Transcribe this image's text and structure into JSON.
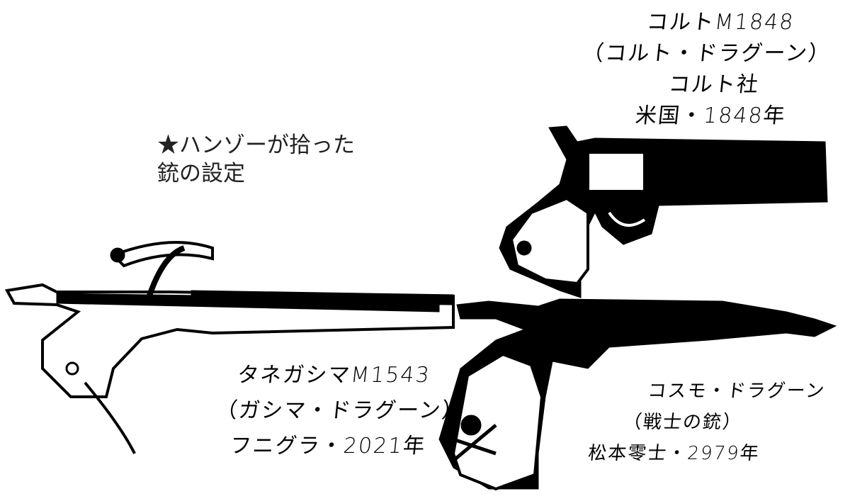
{
  "title": {
    "line1": "★ハンゾーが拾った",
    "line2": "銃の設定"
  },
  "colt": {
    "name": "コルトM1848",
    "alias": "（コルト・ドラグーン）",
    "maker": "コルト社",
    "origin": "米国・1848年"
  },
  "tanegashima": {
    "name": "タネガシマM1543",
    "alias": "（ガシマ・ドラグーン）",
    "origin": "フニグラ・2021年"
  },
  "cosmo": {
    "name": "コスモ・ドラグーン",
    "alias": "（戦士の銃）",
    "origin": "松本零士・2979年"
  },
  "colors": {
    "ink": "#000000",
    "paper": "#ffffff"
  }
}
